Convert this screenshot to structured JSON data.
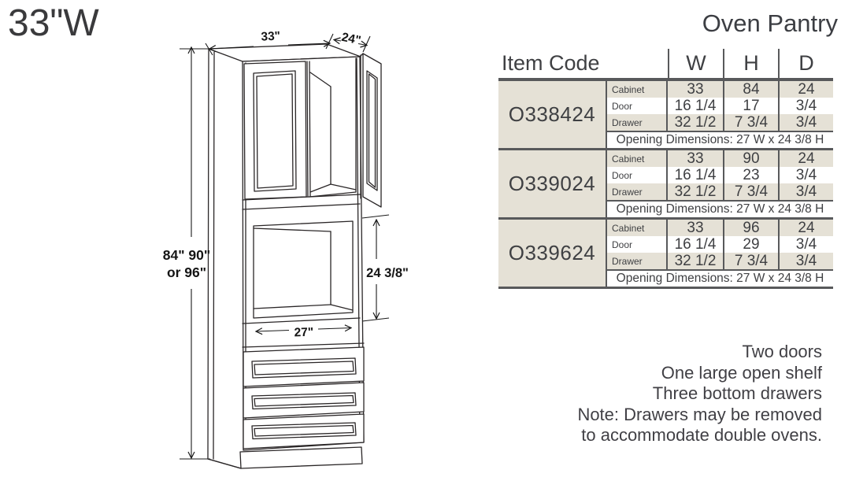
{
  "header": {
    "size_label": "33\"W",
    "product_title": "Oven Pantry"
  },
  "table": {
    "columns": {
      "item": "Item Code",
      "w": "W",
      "h": "H",
      "d": "D"
    },
    "blocks": [
      {
        "code": "O338424",
        "rows": [
          {
            "label": "Cabinet",
            "w": "33",
            "h": "84",
            "d": "24"
          },
          {
            "label": "Door",
            "w": "16 1/4",
            "h": "17",
            "d": "3/4"
          },
          {
            "label": "Drawer",
            "w": "32 1/2",
            "h": "7 3/4",
            "d": "3/4"
          }
        ],
        "opening": "Opening Dimensions: 27 W x 24 3/8 H"
      },
      {
        "code": "O339024",
        "rows": [
          {
            "label": "Cabinet",
            "w": "33",
            "h": "90",
            "d": "24"
          },
          {
            "label": "Door",
            "w": "16 1/4",
            "h": "23",
            "d": "3/4"
          },
          {
            "label": "Drawer",
            "w": "32 1/2",
            "h": "7 3/4",
            "d": "3/4"
          }
        ],
        "opening": "Opening Dimensions: 27 W x 24 3/8 H"
      },
      {
        "code": "O339624",
        "rows": [
          {
            "label": "Cabinet",
            "w": "33",
            "h": "96",
            "d": "24"
          },
          {
            "label": "Door",
            "w": "16 1/4",
            "h": "29",
            "d": "3/4"
          },
          {
            "label": "Drawer",
            "w": "32 1/2",
            "h": "7 3/4",
            "d": "3/4"
          }
        ],
        "opening": "Opening Dimensions: 27 W x 24 3/8 H"
      }
    ]
  },
  "drawing": {
    "dim_width": "33\"",
    "dim_depth": "24\"",
    "dim_height_line1": "84\" 90\"",
    "dim_height_line2": "or 96\"",
    "dim_opening_height": "24 3/8\"",
    "dim_opening_width": "27\""
  },
  "notes": {
    "lines": [
      "Two doors",
      "One large open shelf",
      "Three bottom drawers",
      "Note: Drawers may be removed",
      "to accommodate double ovens."
    ]
  },
  "colors": {
    "beige": "#e5e1d6",
    "table_border": "#58595b",
    "text": "#3f4043"
  }
}
